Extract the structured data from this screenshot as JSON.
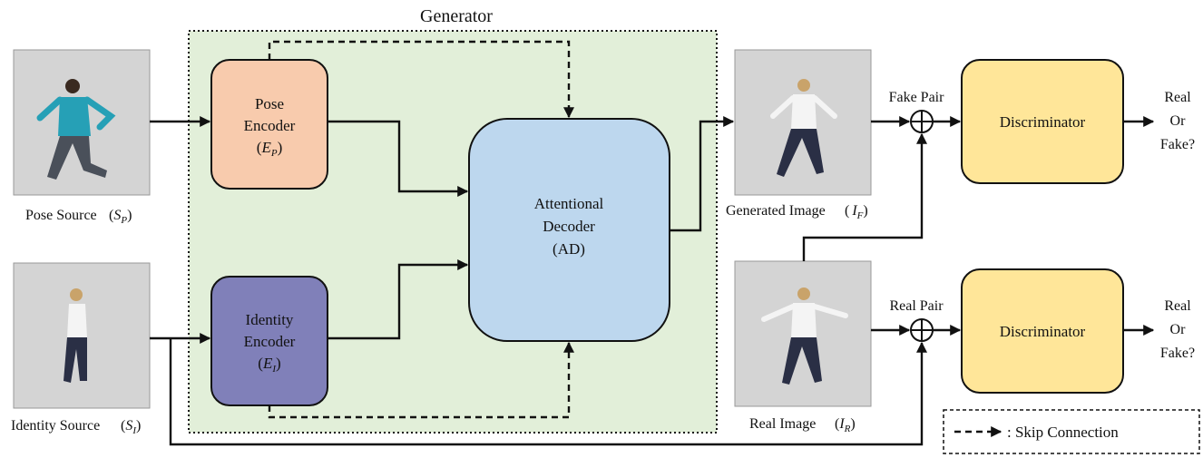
{
  "generator": {
    "title": "Generator"
  },
  "pose_source": {
    "label": "Pose Source",
    "symbol": "S",
    "subscript": "P"
  },
  "identity_source": {
    "label": "Identity Source",
    "symbol": "S",
    "subscript": "I"
  },
  "pose_encoder": {
    "line1": "Pose",
    "line2": "Encoder",
    "symbol": "E",
    "subscript": "P"
  },
  "identity_encoder": {
    "line1": "Identity",
    "line2": "Encoder",
    "symbol": "E",
    "subscript": "I"
  },
  "attentional_decoder": {
    "line1": "Attentional",
    "line2": "Decoder",
    "line3": "(AD)"
  },
  "generated_image": {
    "label": "Generated Image",
    "symbol": "I",
    "subscript": "F"
  },
  "real_image": {
    "label": "Real Image",
    "symbol": "I",
    "subscript": "R"
  },
  "fake_pair": {
    "label": "Fake Pair"
  },
  "real_pair": {
    "label": "Real Pair"
  },
  "discriminator_top": {
    "label": "Discriminator"
  },
  "discriminator_bottom": {
    "label": "Discriminator"
  },
  "output_top": {
    "line1": "Real",
    "line2": "Or",
    "line3": "Fake?"
  },
  "output_bottom": {
    "line1": "Real",
    "line2": "Or",
    "line3": "Fake?"
  },
  "legend": {
    "label": ": Skip Connection"
  },
  "colors": {
    "generator_fill": "#e2efd9",
    "pose_encoder_fill": "#f8cbad",
    "identity_encoder_fill": "#8080b9",
    "decoder_fill": "#bdd7ee",
    "discriminator_fill": "#ffe699",
    "photo_bg": "#d4d4d4"
  }
}
